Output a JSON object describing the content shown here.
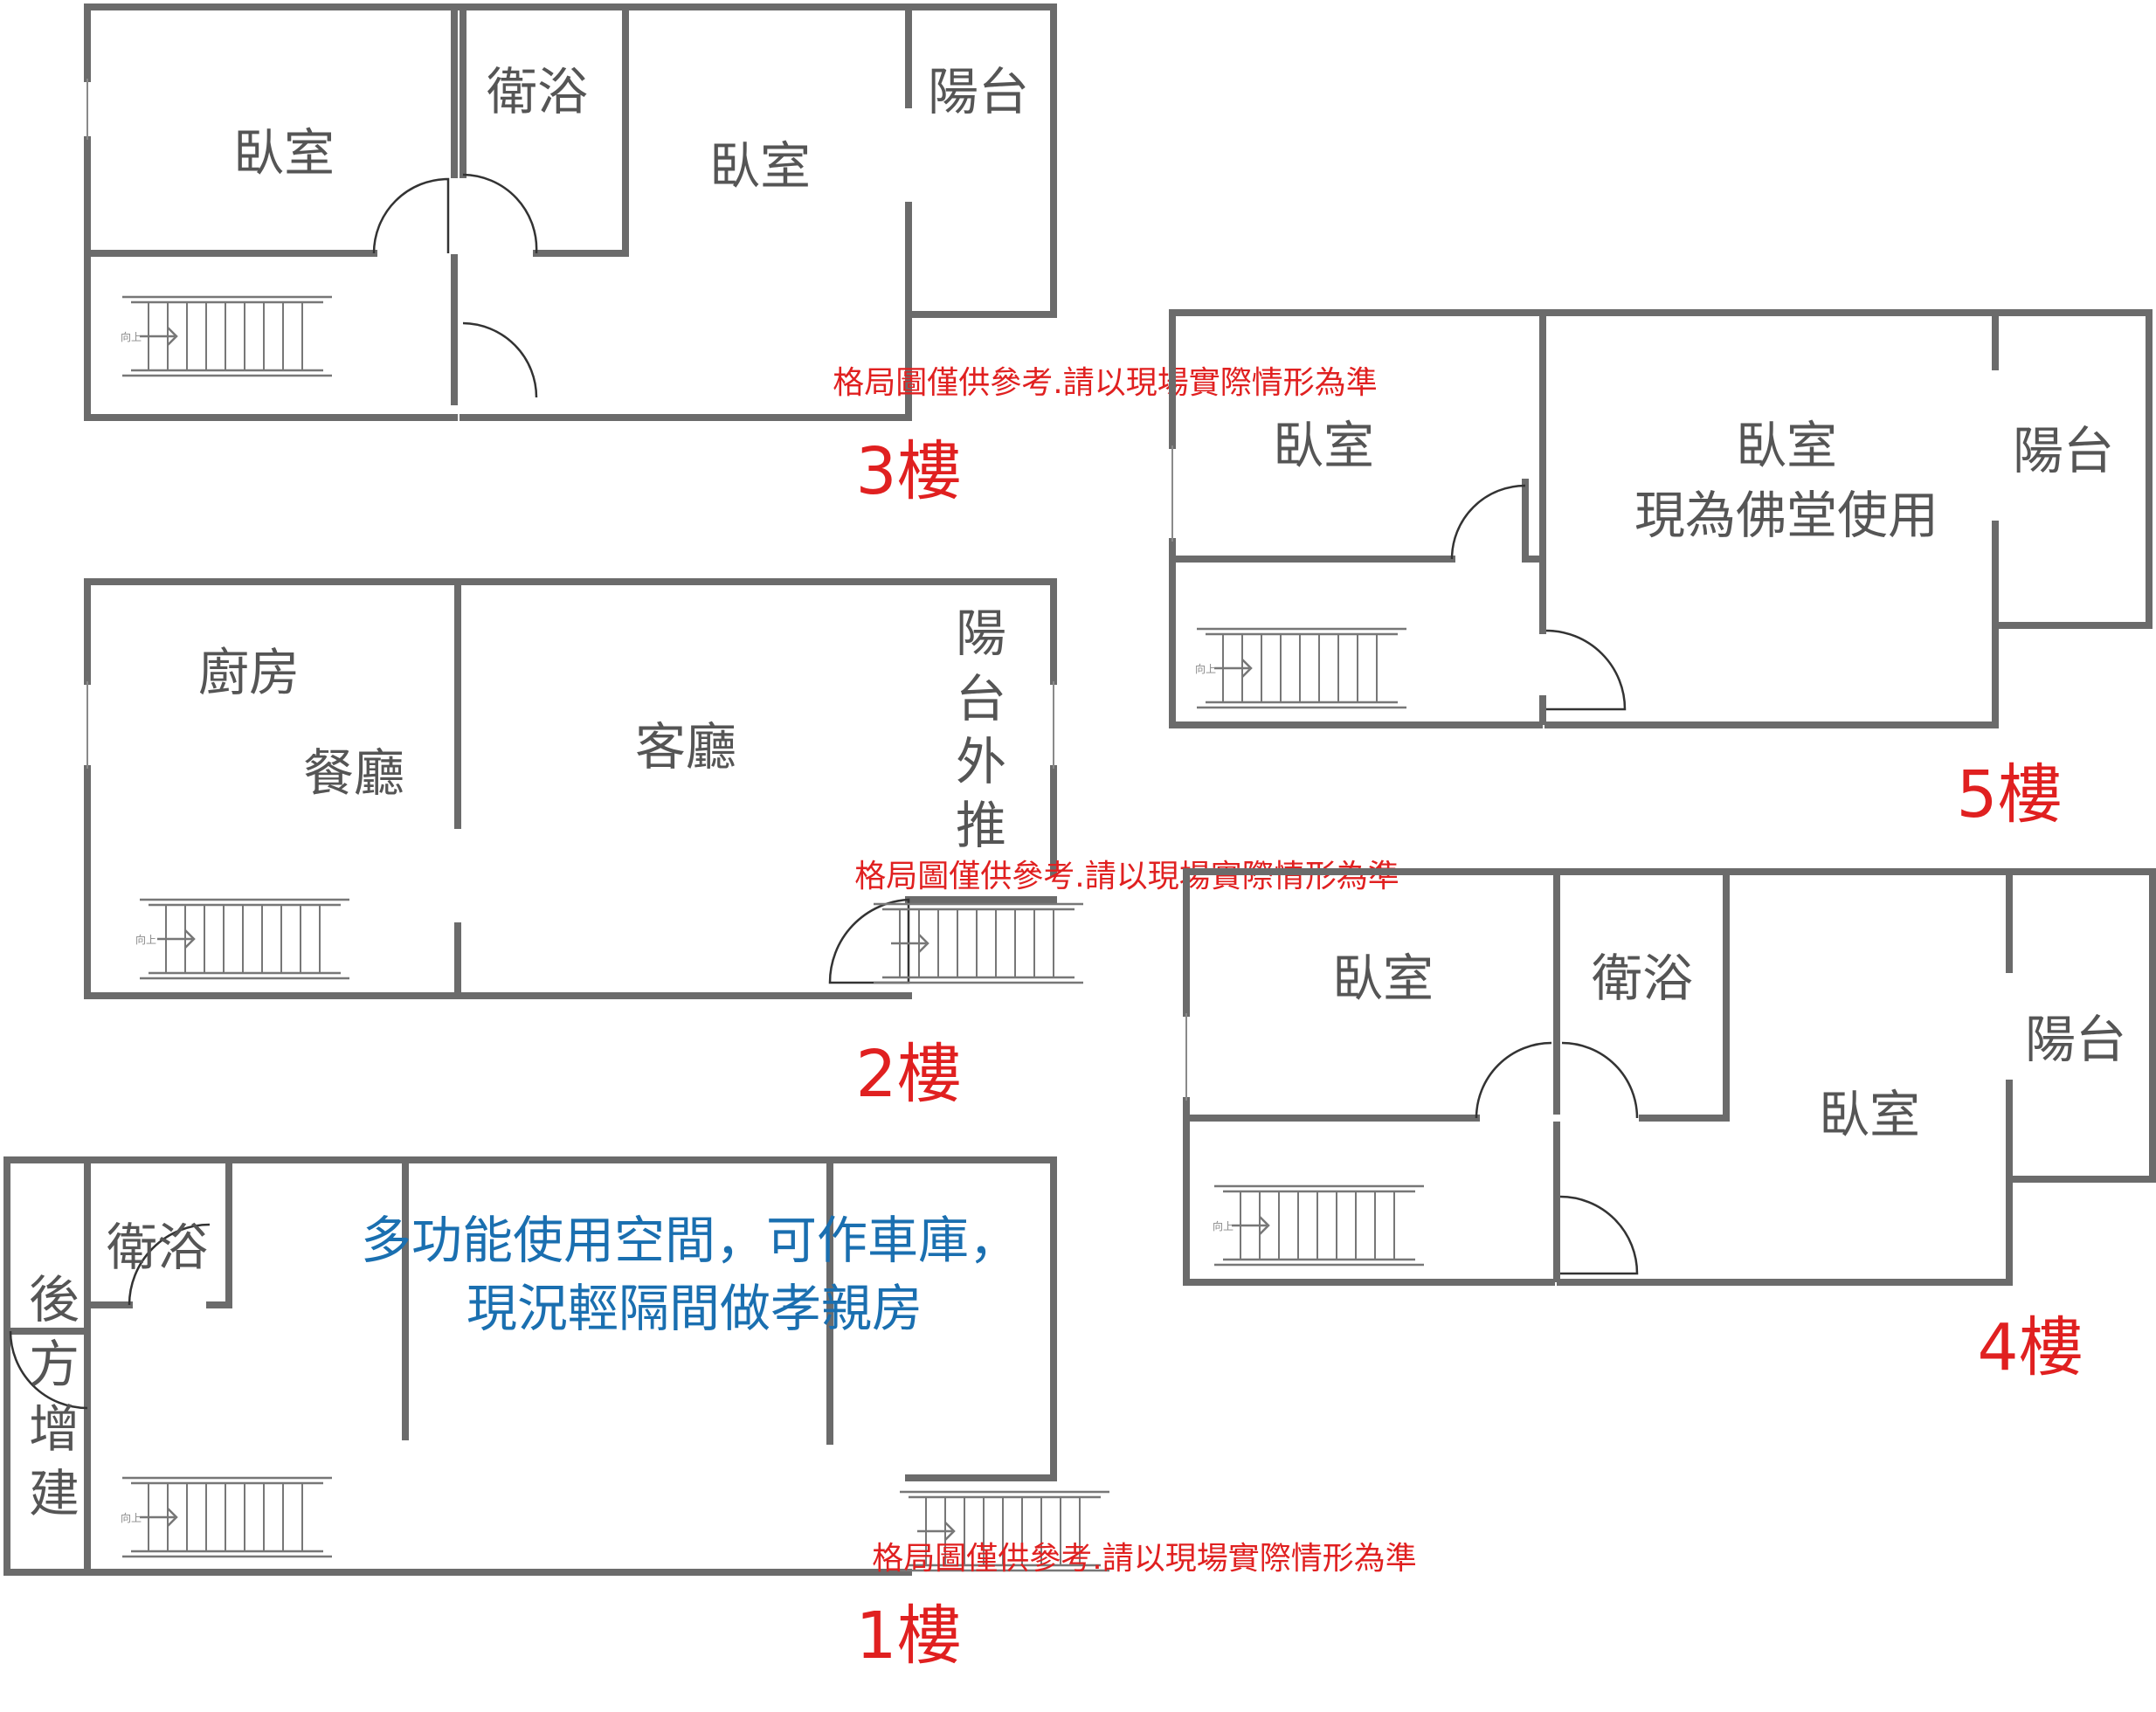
{
  "floors": {
    "f3": {
      "label": "3樓",
      "rooms": [
        "臥室",
        "衛浴",
        "臥室",
        "陽台"
      ],
      "note": "格局圖僅供參考.請以現場實際情形為準"
    },
    "f2": {
      "label": "2樓",
      "rooms": [
        "廚房",
        "餐廳",
        "客廳"
      ],
      "balcony": [
        "陽",
        "台",
        "外",
        "推"
      ],
      "note": "格局圖僅供參考.請以現場實際情形為準"
    },
    "f1": {
      "label": "1樓",
      "rooms": [
        "衛浴"
      ],
      "rear": [
        "後",
        "方",
        "增",
        "建"
      ],
      "desc": [
        "多功能使用空間，可作車庫，",
        "現況輕隔間做孝親房"
      ],
      "note": "格局圖僅供參考.請以現場實際情形為準"
    },
    "f5": {
      "label": "5樓",
      "rooms": [
        "臥室",
        "臥室",
        "現為佛堂使用",
        "陽台"
      ]
    },
    "f4": {
      "label": "4樓",
      "rooms": [
        "臥室",
        "衛浴",
        "陽台",
        "臥室"
      ]
    }
  },
  "stair_label": "向上"
}
